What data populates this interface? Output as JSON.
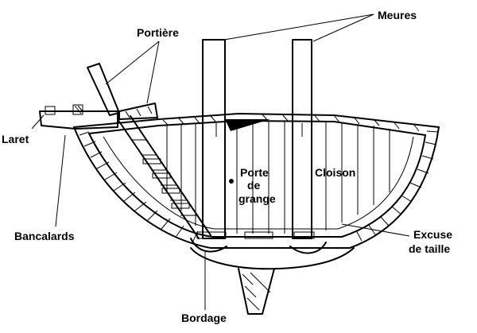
{
  "labels": {
    "meures": "Meures",
    "portiere": "Portière",
    "laret": "Laret",
    "porte_de_grange": [
      "Porte",
      "de",
      "grange"
    ],
    "cloison": "Cloison",
    "bancalards": "Bancalards",
    "excuse_de_taille": [
      "Excuse",
      "de taille"
    ],
    "bordage": "Bordage"
  }
}
